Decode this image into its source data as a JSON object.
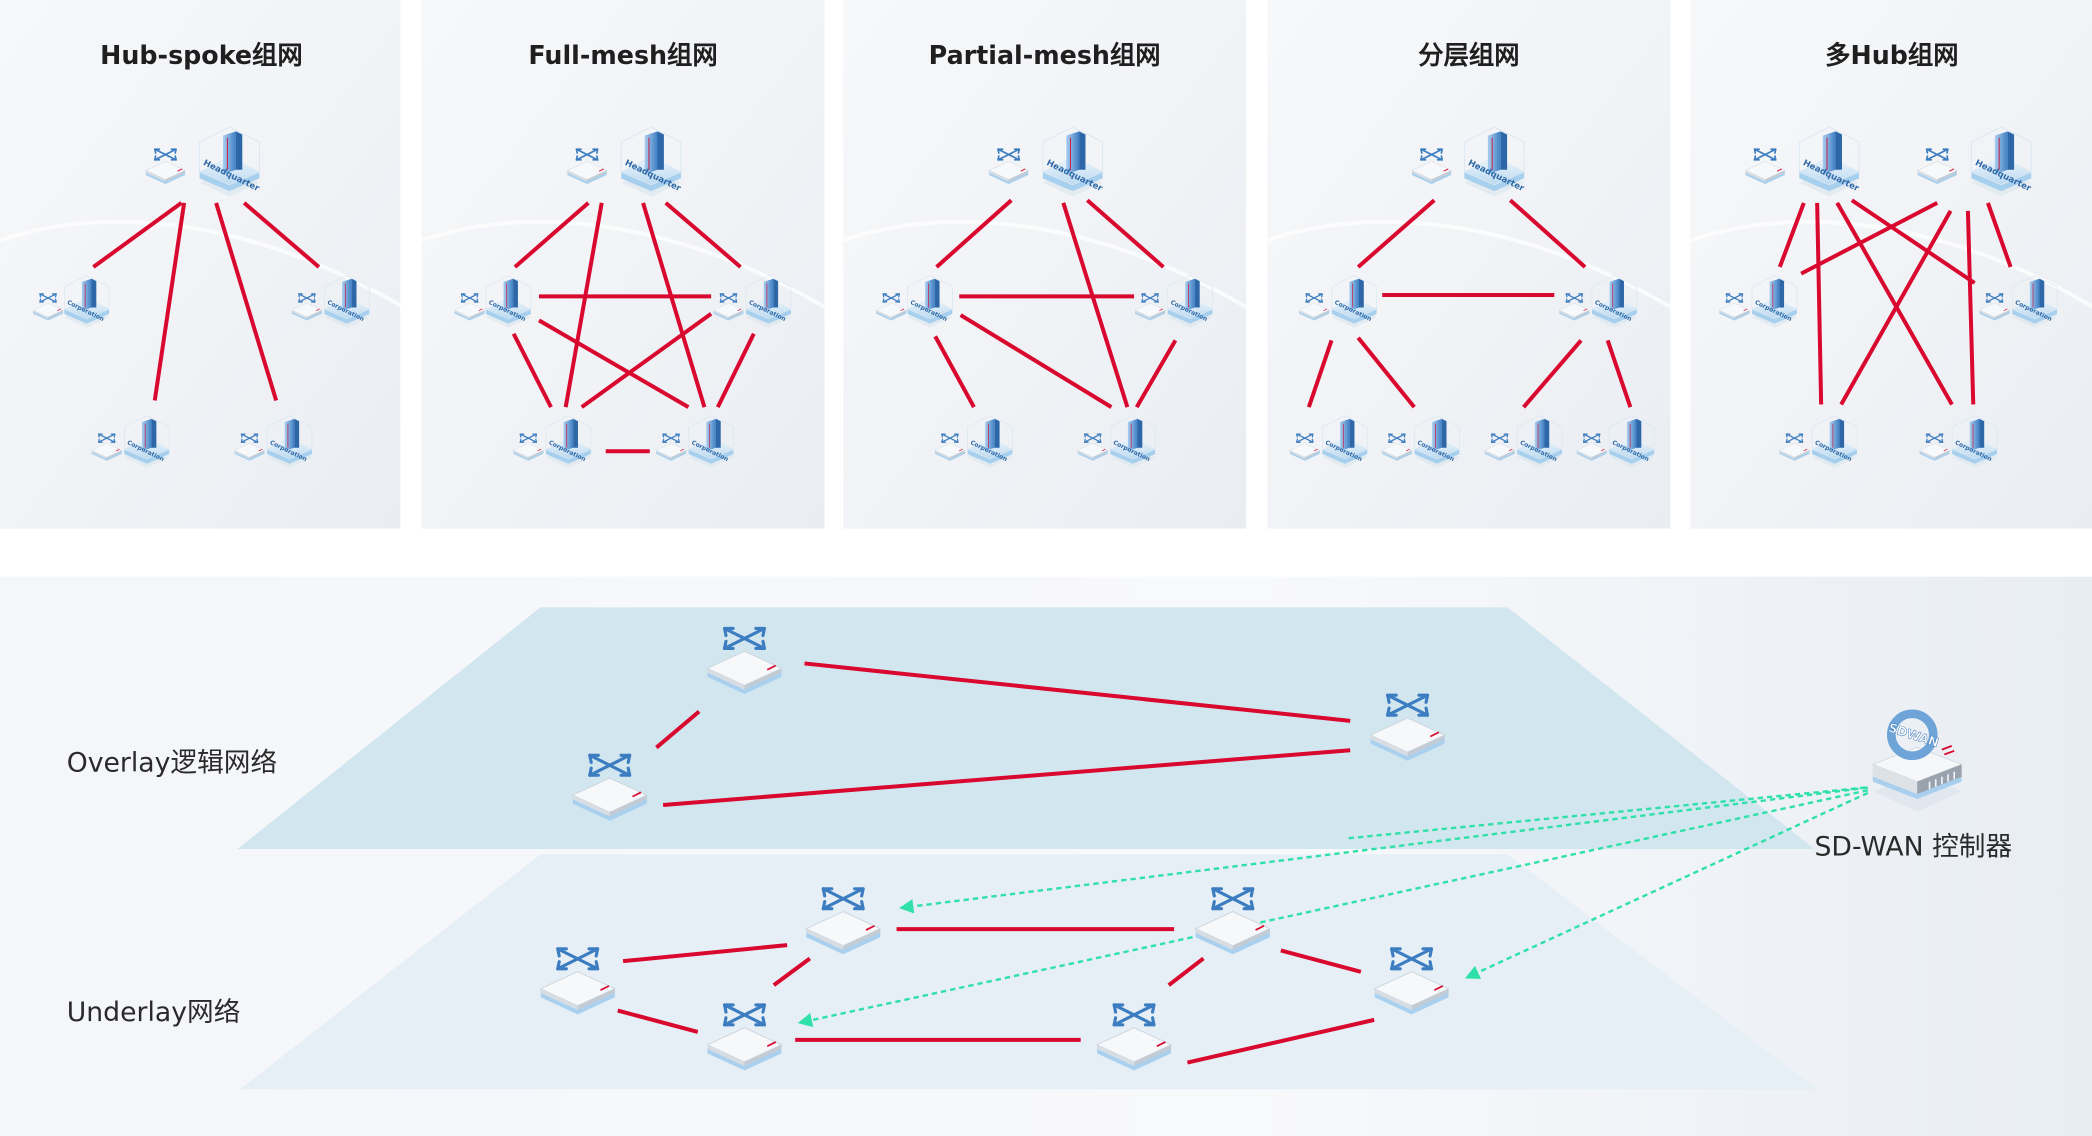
{
  "topologies": [
    {
      "title": "Hub-spoke组网"
    },
    {
      "title": "Full-mesh组网"
    },
    {
      "title": "Partial-mesh组网"
    },
    {
      "title": "分层组网"
    },
    {
      "title": "多Hub组网"
    }
  ],
  "icon_text": {
    "hq": "Headquarter",
    "branch": "Corporation",
    "controller": "SDWAN"
  },
  "layers": {
    "overlay_label": "Overlay逻辑网络",
    "underlay_label": "Underlay网络",
    "controller_label": "SD-WAN 控制器"
  },
  "colors": {
    "link": "#d9082f",
    "control_link": "#2fe0a8",
    "overlay_plane": "#d2e6ef",
    "underlay_plane": "#e6eff5"
  }
}
